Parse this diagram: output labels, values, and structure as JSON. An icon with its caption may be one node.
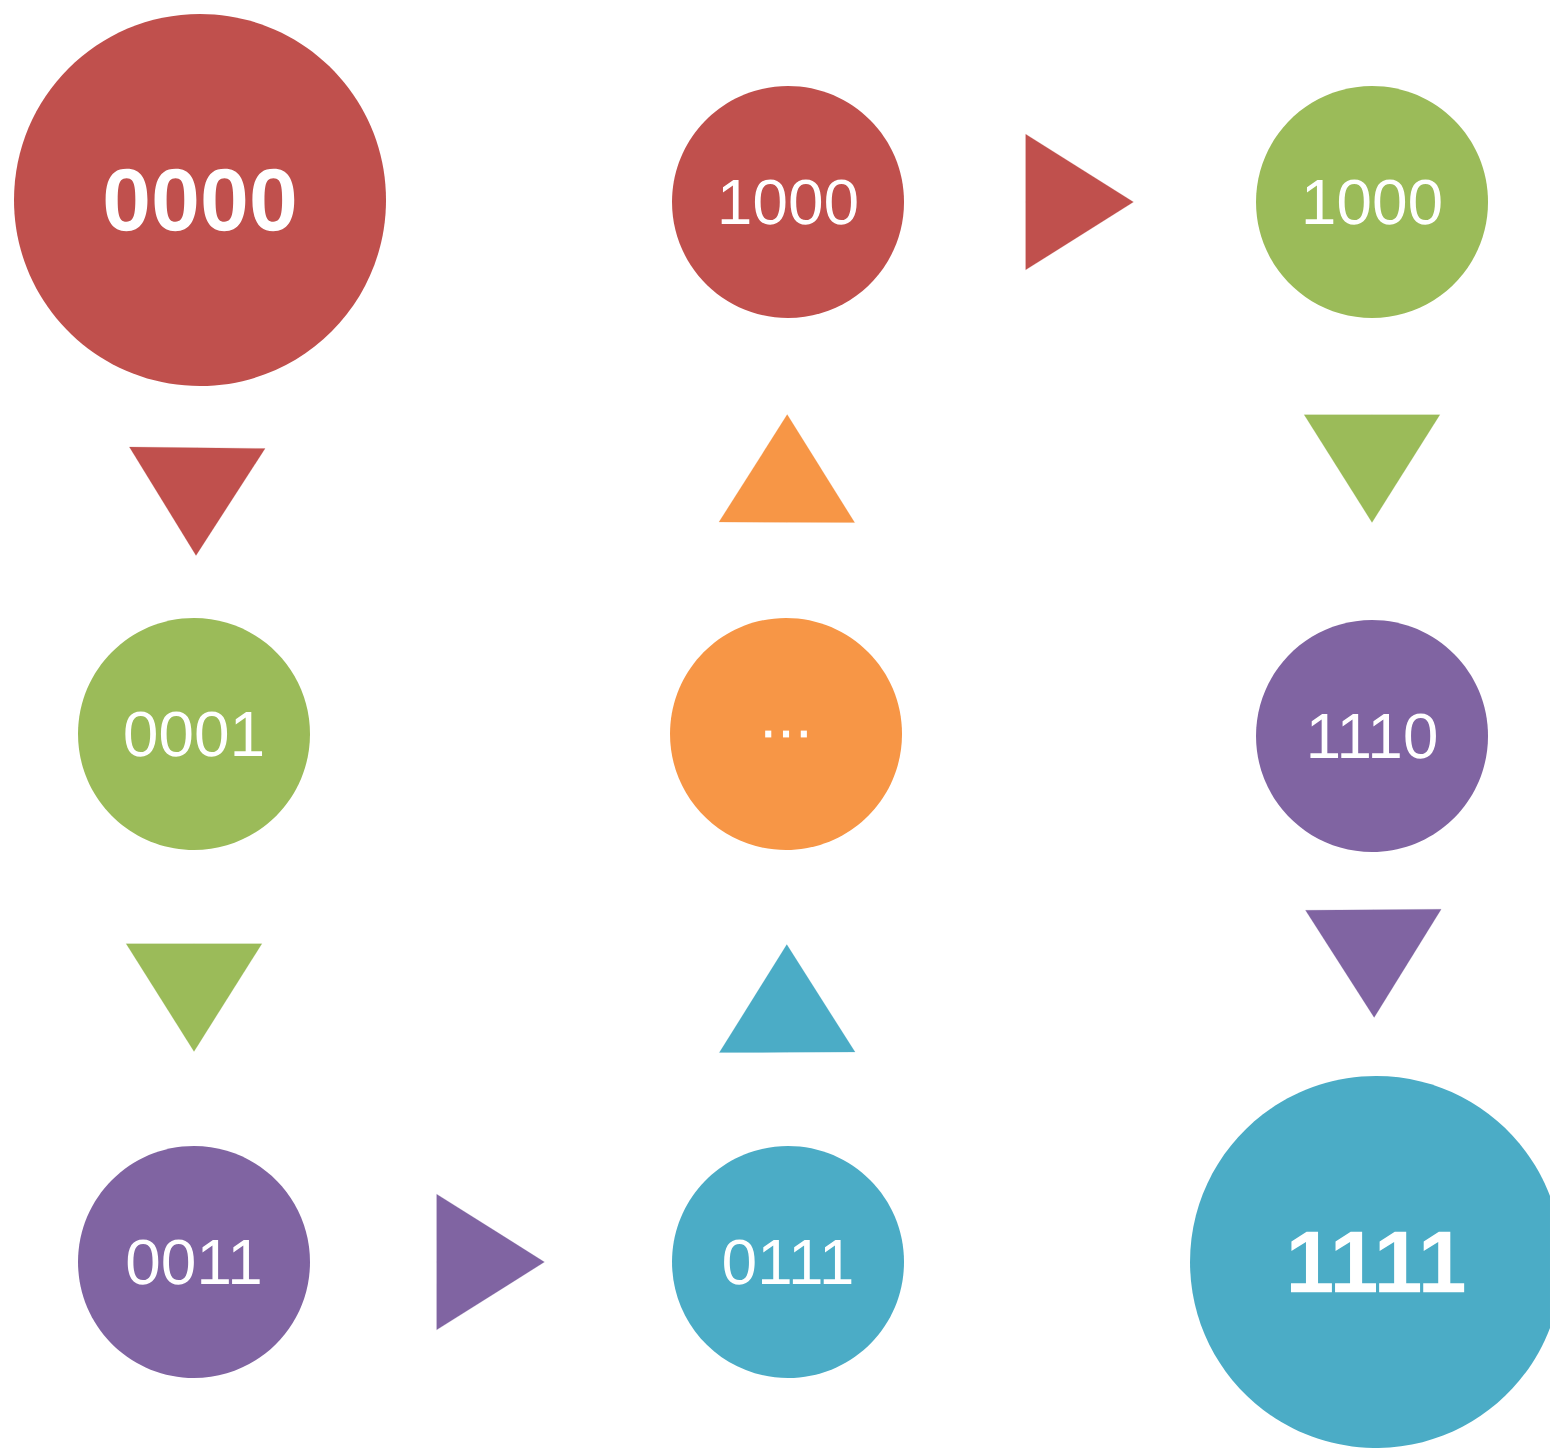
{
  "diagram": {
    "nodes": [
      {
        "text": [
          "0000"
        ]
      },
      {
        "text": [
          "1000"
        ]
      },
      {
        "text": [
          "1000"
        ]
      },
      {
        "text": [
          "0001"
        ]
      },
      {
        "text": [
          "..."
        ]
      },
      {
        "text": [
          "1110"
        ]
      },
      {
        "text": [
          "0011"
        ]
      },
      {
        "text": [
          "0111"
        ]
      },
      {
        "text": [
          "1111"
        ]
      }
    ],
    "edges": [
      {
        "from": 0,
        "to": 3,
        "arrow": "to",
        "color": "#c0504d"
      },
      {
        "from": 3,
        "to": 6,
        "arrow": "to",
        "color": "#9bbb59"
      },
      {
        "from": 6,
        "to": 7,
        "arrow": "to",
        "color": "#8064a2"
      },
      {
        "from": 7,
        "to": 4,
        "arrow": "to",
        "color": "#4bacc6"
      },
      {
        "from": 4,
        "to": 1,
        "arrow": "to",
        "color": "#f79646"
      },
      {
        "from": 1,
        "to": 2,
        "arrow": "to",
        "color": "#c0504d"
      },
      {
        "from": 2,
        "to": 5,
        "arrow": "to",
        "color": "#9bbb59"
      },
      {
        "from": 5,
        "to": 8,
        "arrow": "to",
        "color": "#8064a2"
      }
    ]
  }
}
